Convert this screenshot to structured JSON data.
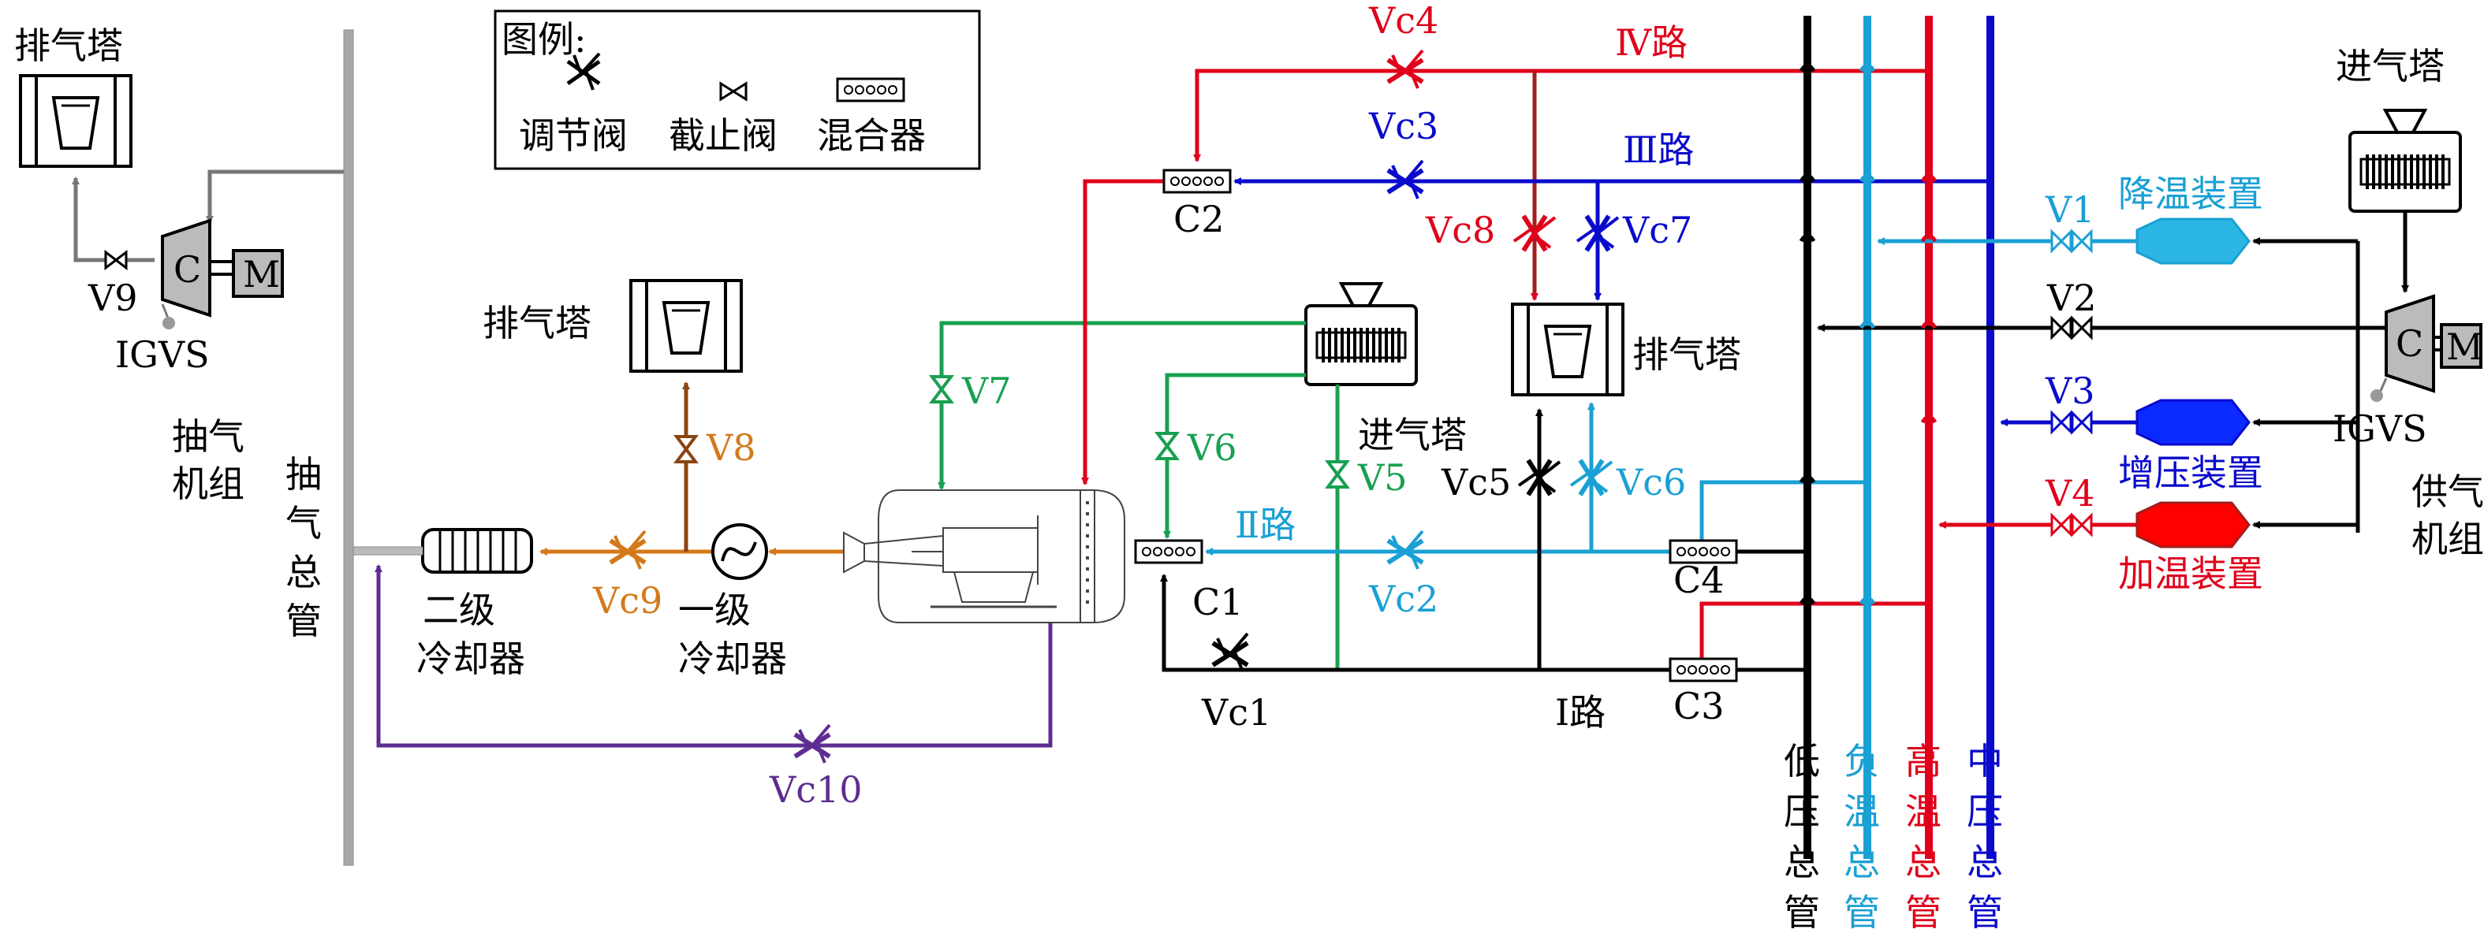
{
  "colors": {
    "black": "#000000",
    "red": "#e0001b",
    "blue": "#0a0acc",
    "cyan": "#1aa0d4",
    "green": "#18a050",
    "orange": "#d4791a",
    "purple": "#5e2d91",
    "darkred": "#a01e1e",
    "gray": "#a0a0a0",
    "brown": "#8b4513",
    "cool_device": "#2bb6e6",
    "boost_device": "#0a2aff",
    "heat_device": "#ff0000"
  },
  "legend": {
    "title": "图例:",
    "items": [
      {
        "label": "调节阀",
        "icon": "regulating-valve-icon"
      },
      {
        "label": "截止阀",
        "icon": "stop-valve-icon"
      },
      {
        "label": "混合器",
        "icon": "mixer-icon"
      }
    ]
  },
  "labels": {
    "exhaust_tower_top_left": "排气塔",
    "exhaust_tower_mid": "排气塔",
    "exhaust_tower_right": "排气塔",
    "intake_tower_mid": "进气塔",
    "intake_tower_right": "进气塔",
    "extraction_unit": [
      "抽气",
      "机组"
    ],
    "extraction_header": [
      "抽",
      "气",
      "总",
      "管"
    ],
    "supply_unit": [
      "供气",
      "机组"
    ],
    "cooler2": [
      "二级",
      "冷却器"
    ],
    "cooler1": [
      "一级",
      "冷却器"
    ],
    "cool_device": "降温装置",
    "boost_device": "增压装置",
    "heat_device": "加温装置",
    "compressor": "C",
    "motor": "M",
    "igvs_left": "IGVS",
    "igvs_right": "IGVS"
  },
  "routes": {
    "r1": "Ⅰ路",
    "r2": "Ⅱ路",
    "r3": "Ⅲ路",
    "r4": "Ⅳ路"
  },
  "headers": [
    {
      "chars": [
        "低",
        "压",
        "总",
        "管"
      ]
    },
    {
      "chars": [
        "负",
        "温",
        "总",
        "管"
      ]
    },
    {
      "chars": [
        "高",
        "温",
        "总",
        "管"
      ]
    },
    {
      "chars": [
        "中",
        "压",
        "总",
        "管"
      ]
    }
  ],
  "valves": {
    "Vc1": "Vc1",
    "Vc2": "Vc2",
    "Vc3": "Vc3",
    "Vc4": "Vc4",
    "Vc5": "Vc5",
    "Vc6": "Vc6",
    "Vc7": "Vc7",
    "Vc8": "Vc8",
    "Vc9": "Vc9",
    "Vc10": "Vc10",
    "V1": "V1",
    "V2": "V2",
    "V3": "V3",
    "V4": "V4",
    "V5": "V5",
    "V6": "V6",
    "V7": "V7",
    "V8": "V8",
    "V9": "V9"
  },
  "mixers": {
    "C1": "C1",
    "C2": "C2",
    "C3": "C3",
    "C4": "C4"
  }
}
